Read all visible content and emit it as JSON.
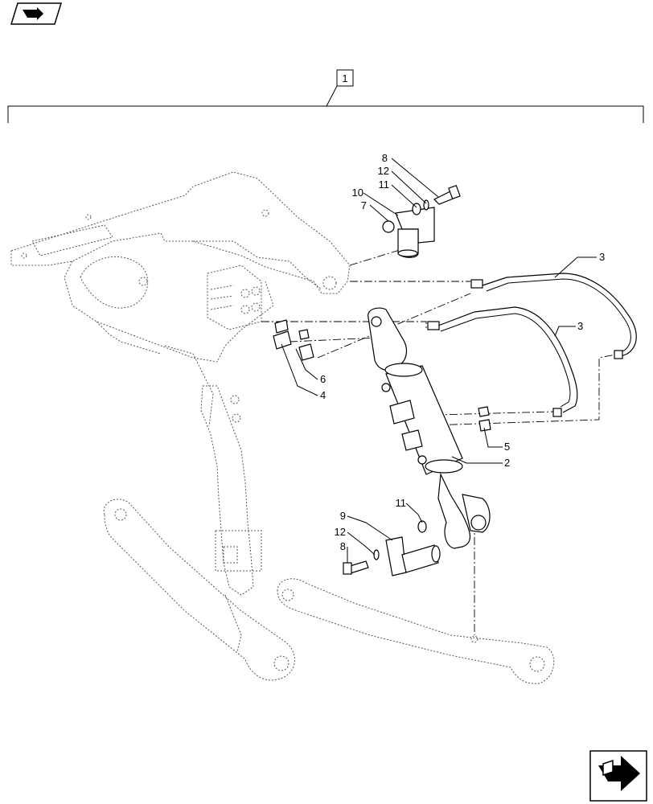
{
  "diagram": {
    "assembly_label": "1",
    "callouts": [
      {
        "id": "c8a",
        "text": "8"
      },
      {
        "id": "c12a",
        "text": "12"
      },
      {
        "id": "c11a",
        "text": "11"
      },
      {
        "id": "c10",
        "text": "10"
      },
      {
        "id": "c7",
        "text": "7"
      },
      {
        "id": "c3a",
        "text": "3"
      },
      {
        "id": "c3b",
        "text": "3"
      },
      {
        "id": "c6",
        "text": "6"
      },
      {
        "id": "c4",
        "text": "4"
      },
      {
        "id": "c5",
        "text": "5"
      },
      {
        "id": "c2",
        "text": "2"
      },
      {
        "id": "c11b",
        "text": "11"
      },
      {
        "id": "c9",
        "text": "9"
      },
      {
        "id": "c12b",
        "text": "12"
      },
      {
        "id": "c8b",
        "text": "8"
      }
    ],
    "icons": {
      "top_left": "previous-page-arrow-icon",
      "bottom_right": "next-page-arrow-icon"
    }
  }
}
